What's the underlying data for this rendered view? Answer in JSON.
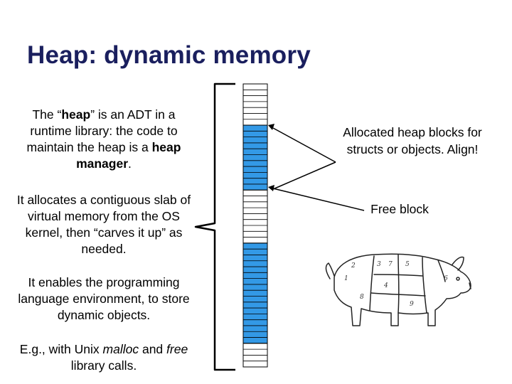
{
  "slide": {
    "title": "Heap: dynamic memory"
  },
  "left_text": {
    "p1": {
      "before": "The “",
      "bold1": "heap",
      "middle": "” is an ADT in a runtime library: the code to maintain the heap is a ",
      "bold2": "heap manager",
      "after": "."
    },
    "p2": "It allocates a contiguous slab of virtual memory from the OS kernel, then “carves it up” as needed.",
    "p3": "It enables the programming language environment, to store dynamic objects.",
    "p4": {
      "before": "E.g., with Unix ",
      "italic1": "malloc",
      "middle": " and ",
      "italic2": "free",
      "after": " library calls."
    }
  },
  "right_labels": {
    "allocated": "Allocated heap blocks for structs or objects. Align!",
    "free": "Free block"
  },
  "heap_column": {
    "regions": [
      {
        "state": "free",
        "slots": 7
      },
      {
        "state": "allocated",
        "slots": 11
      },
      {
        "state": "free",
        "slots": 9
      },
      {
        "state": "allocated",
        "slots": 17
      },
      {
        "state": "free",
        "slots": 4
      }
    ]
  },
  "pig_cut_numbers": [
    "1",
    "2",
    "3",
    "7",
    "5",
    "6",
    "4",
    "8",
    "9"
  ],
  "colors": {
    "title": "#1a1f5e",
    "allocated": "#3399e6",
    "free": "#ffffff",
    "line": "#000000"
  }
}
